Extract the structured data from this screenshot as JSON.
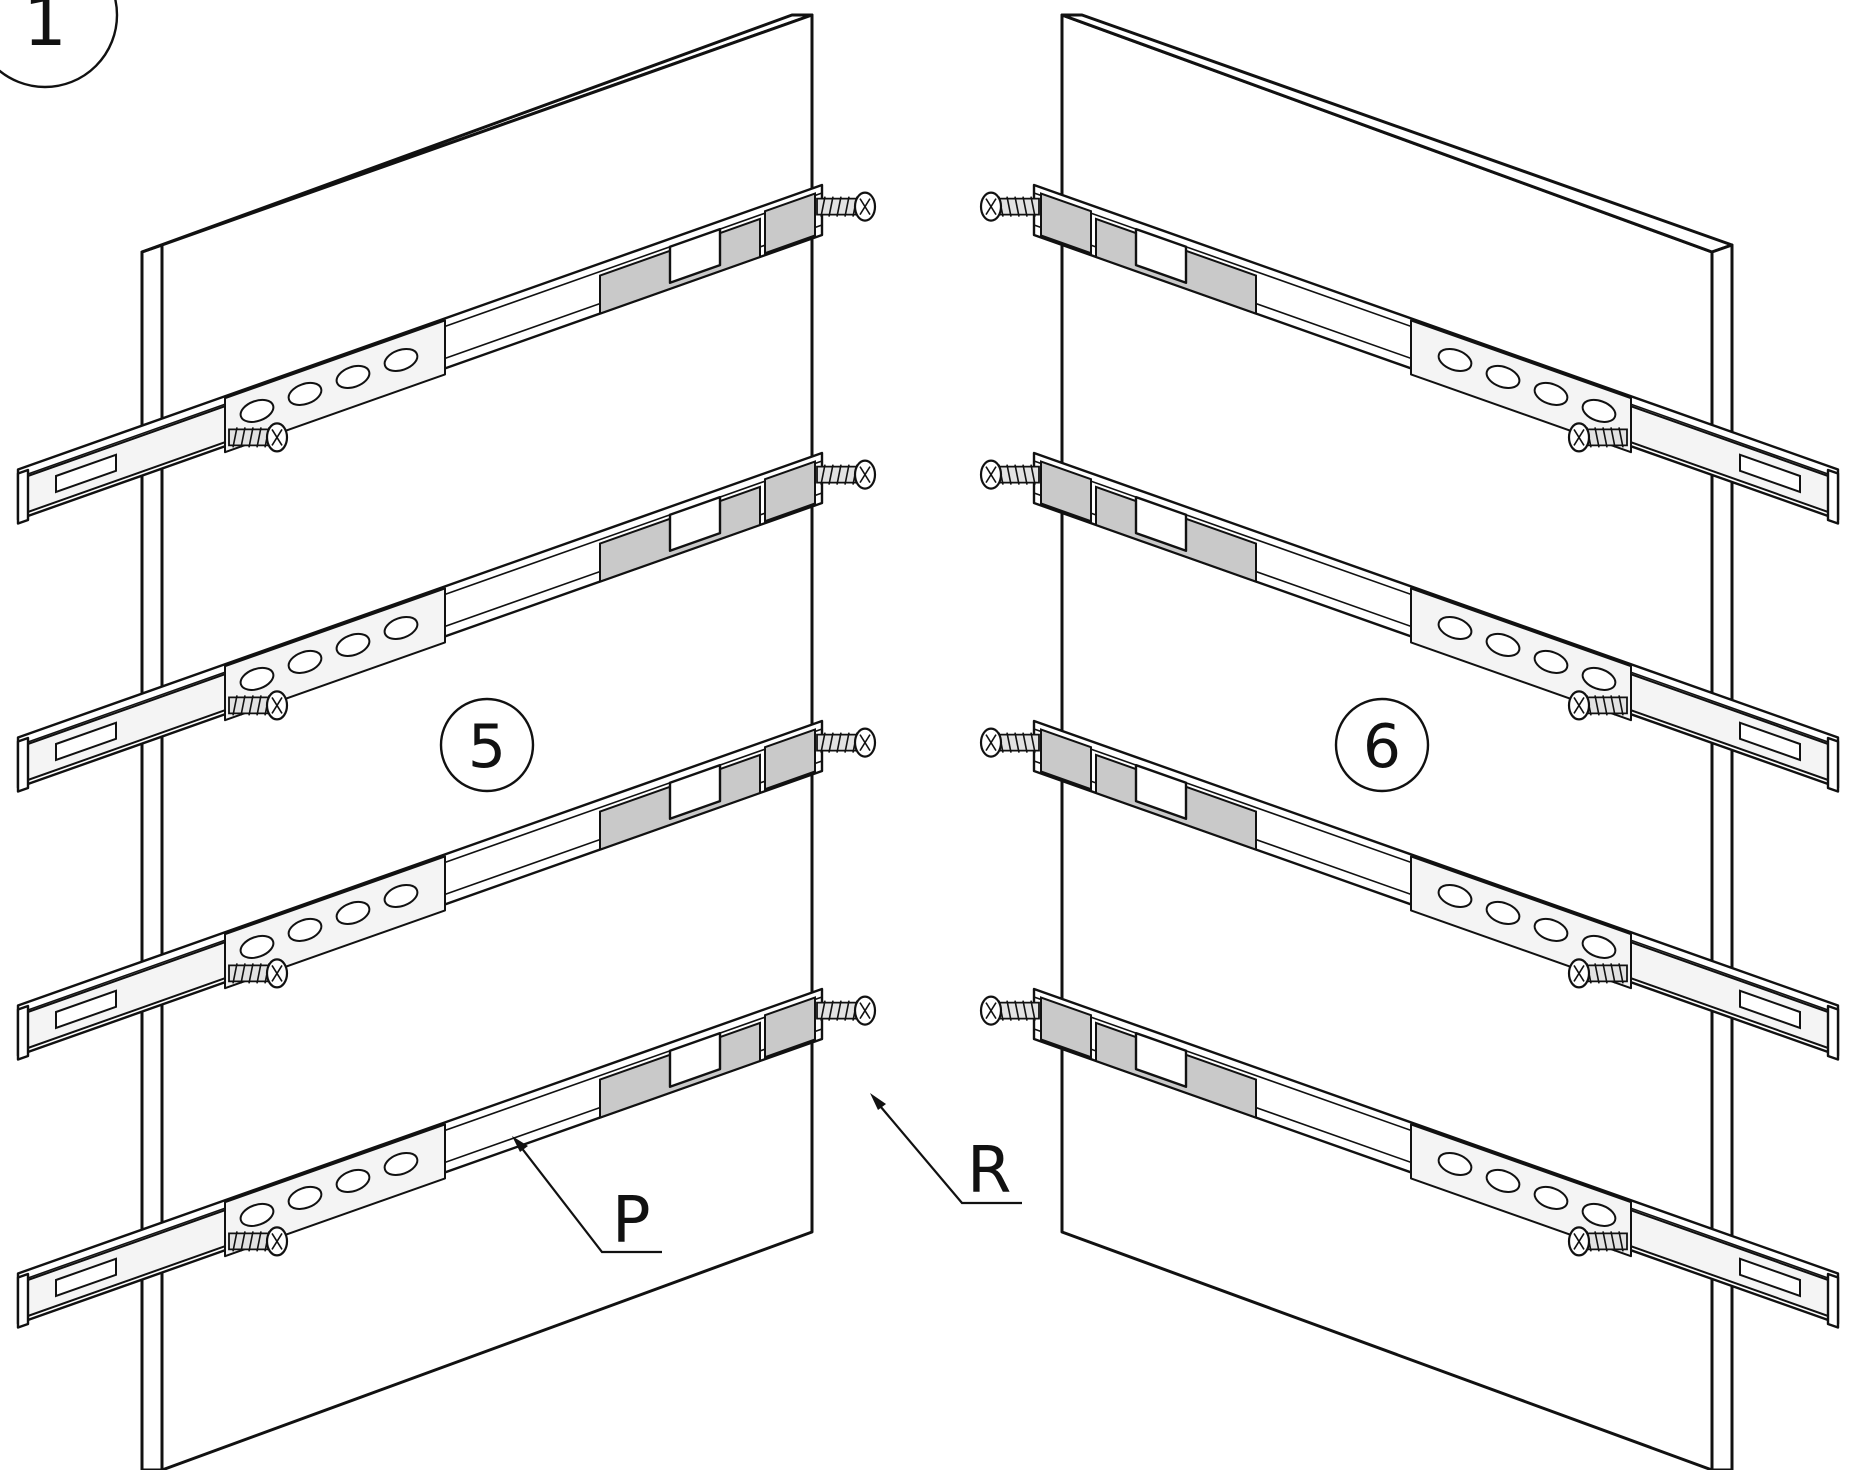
{
  "figure": {
    "step_number": "1",
    "left_assembly_label": "5",
    "right_assembly_label": "6",
    "part_labels": {
      "rail": "P",
      "screw": "R"
    },
    "rails_per_panel": 4
  }
}
